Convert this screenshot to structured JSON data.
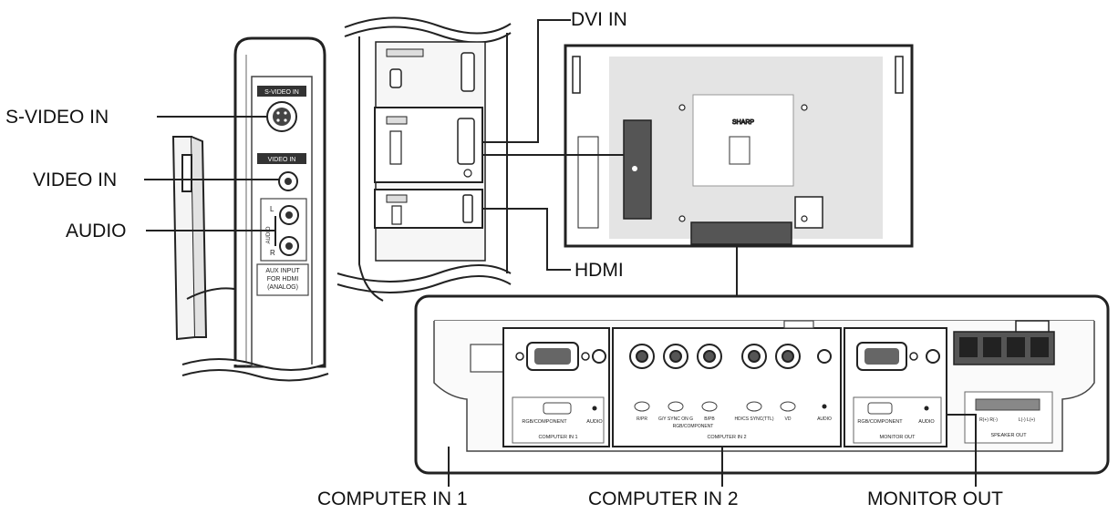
{
  "callouts": {
    "dvi_in": "DVI IN",
    "s_video_in": "S-VIDEO IN",
    "video_in": "VIDEO IN",
    "audio": "AUDIO",
    "hdmi": "HDMI",
    "computer_in_1": "COMPUTER IN 1",
    "computer_in_2": "COMPUTER IN 2",
    "monitor_out": "MONITOR OUT"
  },
  "side_panel": {
    "s_video_in": "S-VIDEO IN",
    "video_in": "VIDEO IN",
    "audio_l": "L",
    "audio": "AUDIO",
    "audio_r": "R",
    "aux_line1": "AUX INPUT",
    "aux_line2": "FOR HDMI",
    "aux_line3": "(ANALOG)"
  },
  "rear_panel": {
    "brand": "SHARP"
  },
  "terminal_panel": {
    "c1_rgb_component": "RGB/COMPONENT",
    "c1_audio": "AUDIO",
    "c1_title": "COMPUTER IN 1",
    "c2_r_pr": "R/PR",
    "c2_g_y": "G/Y SYNC ON G",
    "c2_b_pb": "B/PB",
    "c2_hd_cs": "HD/CS SYNC(TTL)",
    "c2_vd": "VD",
    "c2_audio": "AUDIO",
    "c2_group": "RGB/COMPONENT",
    "c2_title": "COMPUTER IN 2",
    "mo_rgb_component": "RGB/COMPONENT",
    "mo_audio": "AUDIO",
    "mo_title": "MONITOR OUT",
    "sp_right": "R(+) R(-)",
    "sp_left": "L(-) L(+)",
    "sp_title": "SPEAKER OUT"
  }
}
